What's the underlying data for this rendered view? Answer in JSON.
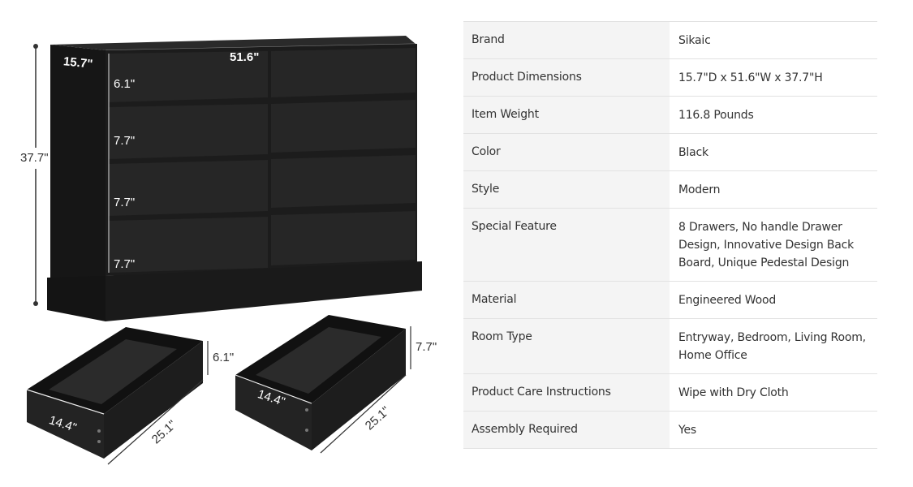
{
  "product_image": {
    "alt": "Black 8-drawer dresser with dimensions",
    "color": "#1e1e1e",
    "dresser": {
      "depth": "15.7\"",
      "width": "51.6\"",
      "height": "37.7\"",
      "drawer_heights": [
        "6.1\"",
        "7.7\"",
        "7.7\"",
        "7.7\""
      ]
    },
    "small_drawer": {
      "height": "6.1\"",
      "width": "14.4\"",
      "depth": "25.1\""
    },
    "large_drawer": {
      "height": "7.7\"",
      "width": "14.4\"",
      "depth": "25.1\""
    }
  },
  "specs": [
    {
      "key": "Brand",
      "value": "Sikaic"
    },
    {
      "key": "Product Dimensions",
      "value": "15.7\"D x 51.6\"W x 37.7\"H"
    },
    {
      "key": "Item Weight",
      "value": "116.8 Pounds"
    },
    {
      "key": "Color",
      "value": "Black"
    },
    {
      "key": "Style",
      "value": "Modern"
    },
    {
      "key": "Special Feature",
      "value": "8 Drawers, No handle Drawer Design, Innovative Design Back Board, Unique Pedestal Design"
    },
    {
      "key": "Material",
      "value": "Engineered Wood"
    },
    {
      "key": "Room Type",
      "value": "Entryway, Bedroom, Living Room, Home Office"
    },
    {
      "key": "Product Care Instructions",
      "value": "Wipe with Dry Cloth"
    },
    {
      "key": "Assembly Required",
      "value": "Yes"
    }
  ]
}
